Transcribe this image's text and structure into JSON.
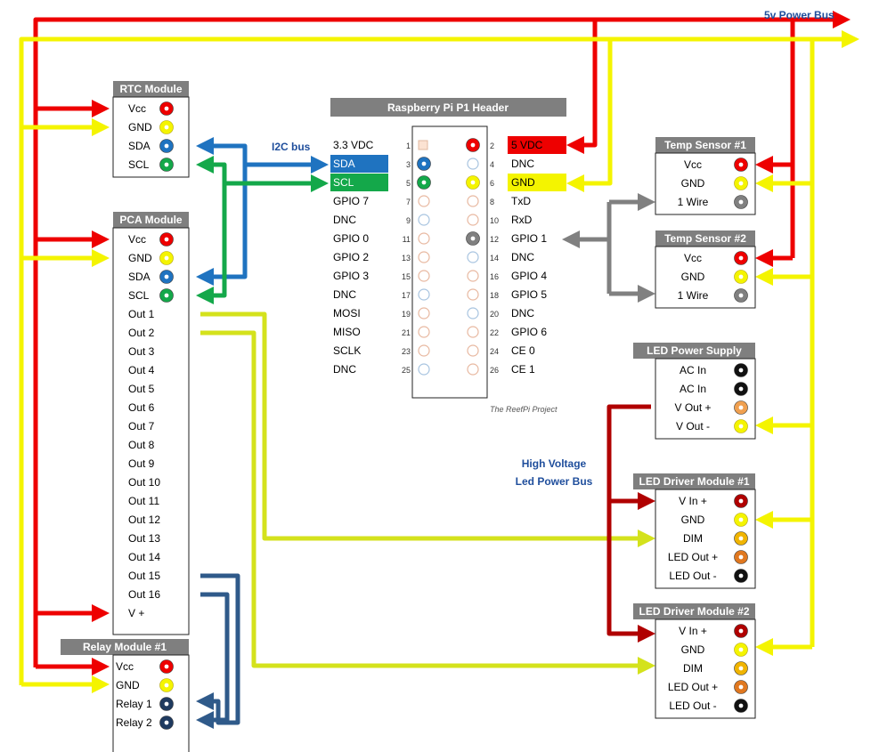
{
  "bus_labels": {
    "power": "5v Power Bus",
    "i2c": "I2C bus",
    "hv_line1": "High Voltage",
    "hv_line2": "Led Power  Bus"
  },
  "credit": "The ReefPi Project",
  "colors": {
    "red": "#ee0000",
    "yellow": "#f4f400",
    "blue": "#1f73c0",
    "green": "#14a84a",
    "gray": "#808080",
    "lime": "#d4e21c",
    "navy": "#2f5a8a",
    "darkred": "#b00000",
    "header_fill": "#7f7f7f",
    "label_blue": "#1f4e9c"
  },
  "rtc": {
    "title": "RTC Module",
    "pins": [
      "Vcc",
      "GND",
      "SDA",
      "SCL"
    ]
  },
  "pca": {
    "title": "PCA Module",
    "pins": [
      "Vcc",
      "GND",
      "SDA",
      "SCL",
      "Out 1",
      "Out 2",
      "Out 3",
      "Out 4",
      "Out 5",
      "Out 6",
      "Out 7",
      "Out 8",
      "Out 9",
      "Out 10",
      "Out 11",
      "Out 12",
      "Out 13",
      "Out 14",
      "Out 15",
      "Out 16",
      "V +"
    ]
  },
  "relay": {
    "title": "Relay Module #1",
    "pins": [
      "Vcc",
      "GND",
      "Relay 1",
      "Relay 2"
    ]
  },
  "temp1": {
    "title": "Temp Sensor #1",
    "pins": [
      "Vcc",
      "GND",
      "1 Wire"
    ]
  },
  "temp2": {
    "title": "Temp Sensor #2",
    "pins": [
      "Vcc",
      "GND",
      "1 Wire"
    ]
  },
  "ledps": {
    "title": "LED Power Supply",
    "pins": [
      "AC In",
      "AC In",
      "V Out +",
      "V Out -"
    ]
  },
  "drv1": {
    "title": "LED Driver Module #1",
    "pins": [
      "V In +",
      "GND",
      "DIM",
      "LED Out +",
      "LED Out -"
    ]
  },
  "drv2": {
    "title": "LED Driver Module #2",
    "pins": [
      "V In +",
      "GND",
      "DIM",
      "LED Out +",
      "LED Out -"
    ]
  },
  "header": {
    "title": "Raspberry Pi P1 Header",
    "rows": [
      {
        "left": "3.3 VDC",
        "pin_odd": "1",
        "pin_even": "2",
        "right": "5 VDC"
      },
      {
        "left": "SDA",
        "pin_odd": "3",
        "pin_even": "4",
        "right": "DNC"
      },
      {
        "left": "SCL",
        "pin_odd": "5",
        "pin_even": "6",
        "right": "GND"
      },
      {
        "left": "GPIO 7",
        "pin_odd": "7",
        "pin_even": "8",
        "right": "TxD"
      },
      {
        "left": "DNC",
        "pin_odd": "9",
        "pin_even": "10",
        "right": "RxD"
      },
      {
        "left": "GPIO 0",
        "pin_odd": "11",
        "pin_even": "12",
        "right": "GPIO 1"
      },
      {
        "left": "GPIO 2",
        "pin_odd": "13",
        "pin_even": "14",
        "right": "DNC"
      },
      {
        "left": "GPIO 3",
        "pin_odd": "15",
        "pin_even": "16",
        "right": "GPIO 4"
      },
      {
        "left": "DNC",
        "pin_odd": "17",
        "pin_even": "18",
        "right": "GPIO 5"
      },
      {
        "left": "MOSI",
        "pin_odd": "19",
        "pin_even": "20",
        "right": "DNC"
      },
      {
        "left": "MISO",
        "pin_odd": "21",
        "pin_even": "22",
        "right": "GPIO 6"
      },
      {
        "left": "SCLK",
        "pin_odd": "23",
        "pin_even": "24",
        "right": "CE 0"
      },
      {
        "left": "DNC",
        "pin_odd": "25",
        "pin_even": "26",
        "right": "CE 1"
      }
    ]
  }
}
